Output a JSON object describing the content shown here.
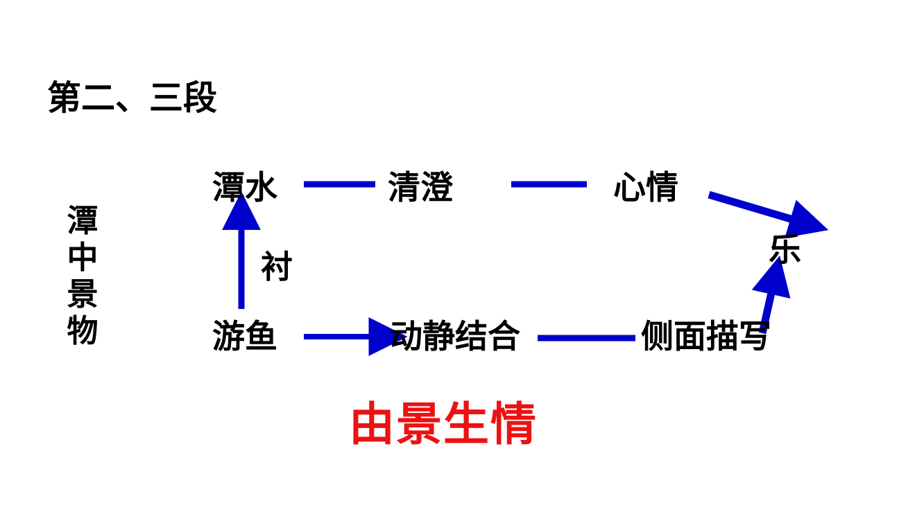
{
  "slide": {
    "title": "第二、三段",
    "background_color": "#ffffff",
    "text_color": "#000000",
    "connector_color": "#0000cc",
    "accent_color": "#ee1111"
  },
  "group": {
    "label": "潭中景物"
  },
  "diagram": {
    "nodes": [
      {
        "id": "tanshui",
        "label": "潭水",
        "row": "top",
        "column": 1
      },
      {
        "id": "qingcheng",
        "label": "清澄",
        "row": "top",
        "column": 2
      },
      {
        "id": "xinqing",
        "label": "心情",
        "row": "top",
        "column": 3
      },
      {
        "id": "youyu",
        "label": "游鱼",
        "row": "bottom",
        "column": 1
      },
      {
        "id": "dongjing",
        "label": "动静结合",
        "row": "bottom",
        "column": 2
      },
      {
        "id": "cemian",
        "label": "侧面描写",
        "row": "bottom",
        "column": 3
      },
      {
        "id": "le",
        "label": "乐",
        "row": "right",
        "column": 4
      }
    ],
    "edge_labels": [
      {
        "id": "chen",
        "label": "衬"
      }
    ],
    "connectors": [
      {
        "id": "tanshui-qingcheng",
        "kind": "line",
        "from": "tanshui",
        "to": "qingcheng"
      },
      {
        "id": "qingcheng-xinqing",
        "kind": "line",
        "from": "qingcheng",
        "to": "xinqing"
      },
      {
        "id": "youyu-tanshui",
        "kind": "arrow",
        "from": "youyu",
        "to": "tanshui",
        "label": "衬"
      },
      {
        "id": "youyu-dongjing",
        "kind": "arrow",
        "from": "youyu",
        "to": "dongjing"
      },
      {
        "id": "dongjing-cemian",
        "kind": "line",
        "from": "dongjing",
        "to": "cemian"
      },
      {
        "id": "xinqing-le",
        "kind": "arrow",
        "from": "xinqing",
        "to": "le"
      },
      {
        "id": "cemian-le",
        "kind": "arrow",
        "from": "cemian",
        "to": "le"
      }
    ]
  },
  "conclusion": {
    "text": "由景生情"
  }
}
